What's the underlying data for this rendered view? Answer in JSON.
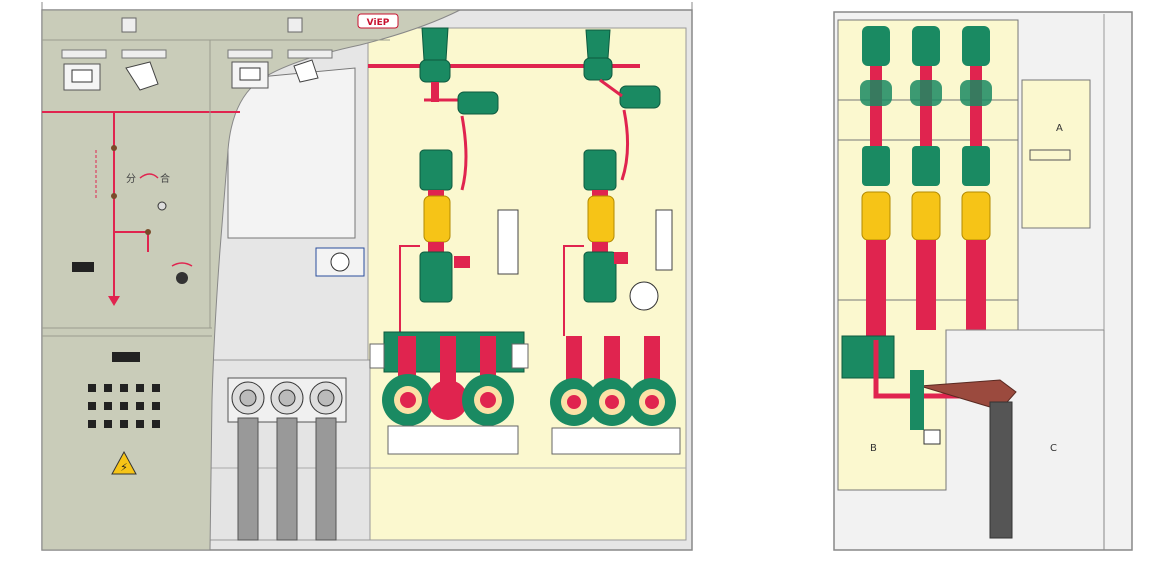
{
  "front_panel": {
    "switch_labels": {
      "open": "分",
      "close": "合"
    },
    "logo_text": "ViEP"
  },
  "side_view": {
    "compartment_labels": {
      "a": "A",
      "b": "B",
      "c": "C"
    }
  },
  "colors": {
    "panel_gray": "#c9ccb9",
    "compartment_yellow": "#fbf8cf",
    "busbar_red": "#e0244f",
    "insulator_green": "#1a8a62",
    "fuse_yellow": "#f6c417",
    "frame_gray": "#d9d9d9",
    "cable_dark": "#555555"
  }
}
